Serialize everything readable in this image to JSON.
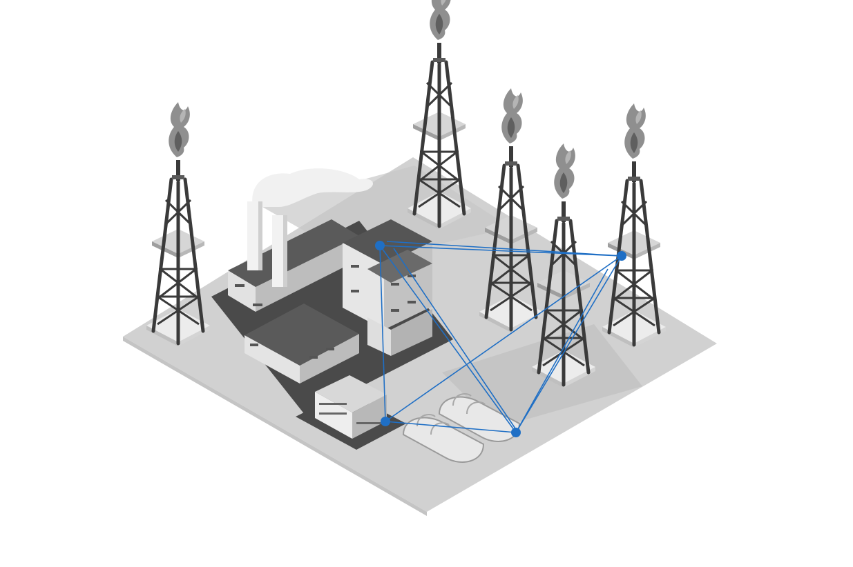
{
  "scene": {
    "subject": "isometric-industrial-site",
    "background_color": "#ffffff",
    "ground_color": "#d1d1d1",
    "ground_shadow_color": "#bdbdbd",
    "building_dark": "#4a4a4a",
    "building_mid": "#8c8c8c",
    "building_light": "#e6e6e6",
    "tower_color": "#3a3a3a",
    "flame_color": "#8f8f8f",
    "network_color": "#1f6fc5",
    "derrick_count": 5,
    "network_node_count": 4,
    "network_link_count": 9
  }
}
